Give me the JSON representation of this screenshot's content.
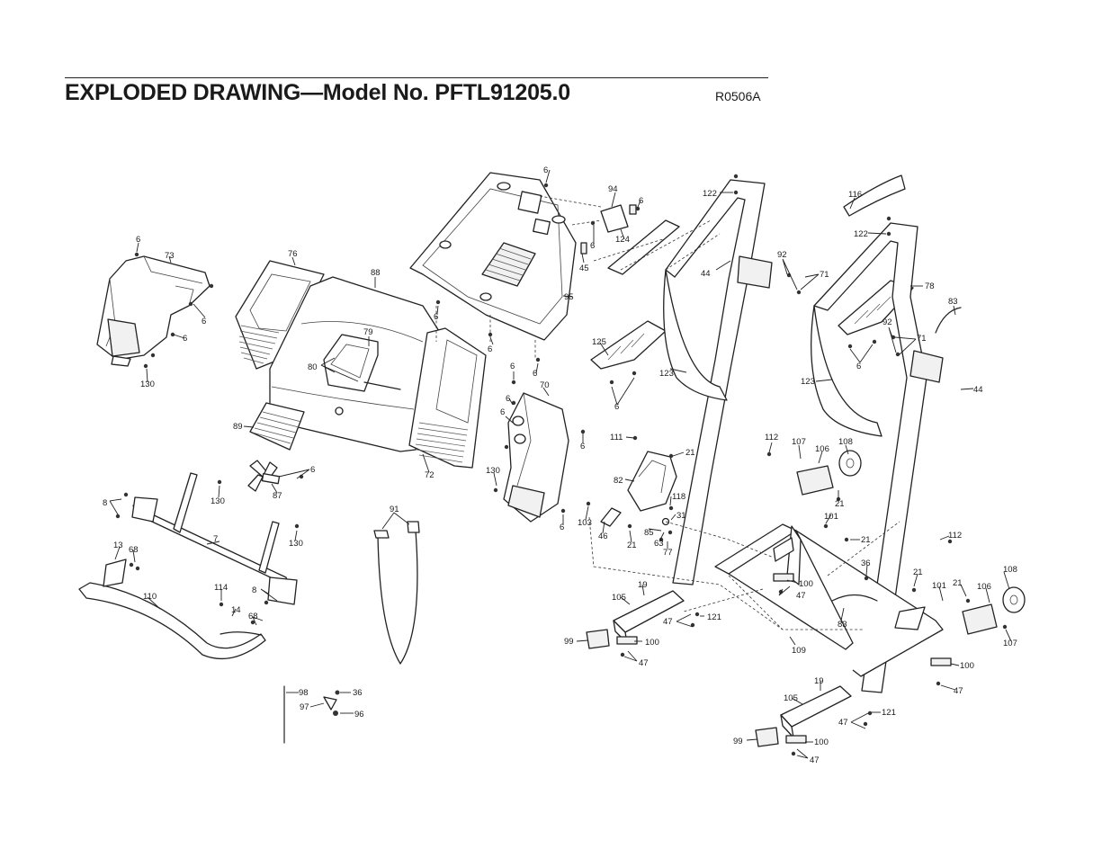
{
  "header": {
    "title": "EXPLODED DRAWING—Model No. PFTL91205.0",
    "code": "R0506A"
  },
  "callouts": [
    {
      "label": "6"
    },
    {
      "label": "94"
    },
    {
      "label": "6"
    },
    {
      "label": "122"
    },
    {
      "label": "116"
    },
    {
      "label": "6"
    },
    {
      "label": "73"
    },
    {
      "label": "76"
    },
    {
      "label": "88"
    },
    {
      "label": "124"
    },
    {
      "label": "6"
    },
    {
      "label": "122"
    },
    {
      "label": "45"
    },
    {
      "label": "44"
    },
    {
      "label": "92"
    },
    {
      "label": "71"
    },
    {
      "label": "78"
    },
    {
      "label": "83"
    },
    {
      "label": "95"
    },
    {
      "label": "6"
    },
    {
      "label": "6"
    },
    {
      "label": "79"
    },
    {
      "label": "6"
    },
    {
      "label": "92"
    },
    {
      "label": "71"
    },
    {
      "label": "6"
    },
    {
      "label": "125"
    },
    {
      "label": "80"
    },
    {
      "label": "6"
    },
    {
      "label": "6"
    },
    {
      "label": "6"
    },
    {
      "label": "123"
    },
    {
      "label": "123"
    },
    {
      "label": "44"
    },
    {
      "label": "130"
    },
    {
      "label": "70"
    },
    {
      "label": "6"
    },
    {
      "label": "6"
    },
    {
      "label": "6"
    },
    {
      "label": "89"
    },
    {
      "label": "111"
    },
    {
      "label": "21"
    },
    {
      "label": "112"
    },
    {
      "label": "107"
    },
    {
      "label": "106"
    },
    {
      "label": "108"
    },
    {
      "label": "6"
    },
    {
      "label": "72"
    },
    {
      "label": "130"
    },
    {
      "label": "82"
    },
    {
      "label": "6"
    },
    {
      "label": "130"
    },
    {
      "label": "87"
    },
    {
      "label": "118"
    },
    {
      "label": "21"
    },
    {
      "label": "8"
    },
    {
      "label": "91"
    },
    {
      "label": "31"
    },
    {
      "label": "101"
    },
    {
      "label": "103"
    },
    {
      "label": "6"
    },
    {
      "label": "85"
    },
    {
      "label": "63"
    },
    {
      "label": "21"
    },
    {
      "label": "7"
    },
    {
      "label": "130"
    },
    {
      "label": "46"
    },
    {
      "label": "21"
    },
    {
      "label": "77"
    },
    {
      "label": "112"
    },
    {
      "label": "13"
    },
    {
      "label": "68"
    },
    {
      "label": "36"
    },
    {
      "label": "21"
    },
    {
      "label": "108"
    },
    {
      "label": "19"
    },
    {
      "label": "100"
    },
    {
      "label": "101"
    },
    {
      "label": "21"
    },
    {
      "label": "106"
    },
    {
      "label": "110"
    },
    {
      "label": "114"
    },
    {
      "label": "8"
    },
    {
      "label": "47"
    },
    {
      "label": "105"
    },
    {
      "label": "14"
    },
    {
      "label": "68"
    },
    {
      "label": "47"
    },
    {
      "label": "121"
    },
    {
      "label": "83"
    },
    {
      "label": "107"
    },
    {
      "label": "99"
    },
    {
      "label": "100"
    },
    {
      "label": "109"
    },
    {
      "label": "47"
    },
    {
      "label": "100"
    },
    {
      "label": "47"
    },
    {
      "label": "98"
    },
    {
      "label": "36"
    },
    {
      "label": "19"
    },
    {
      "label": "97"
    },
    {
      "label": "96"
    },
    {
      "label": "105"
    },
    {
      "label": "47"
    },
    {
      "label": "121"
    },
    {
      "label": "99"
    },
    {
      "label": "100"
    },
    {
      "label": "47"
    }
  ]
}
